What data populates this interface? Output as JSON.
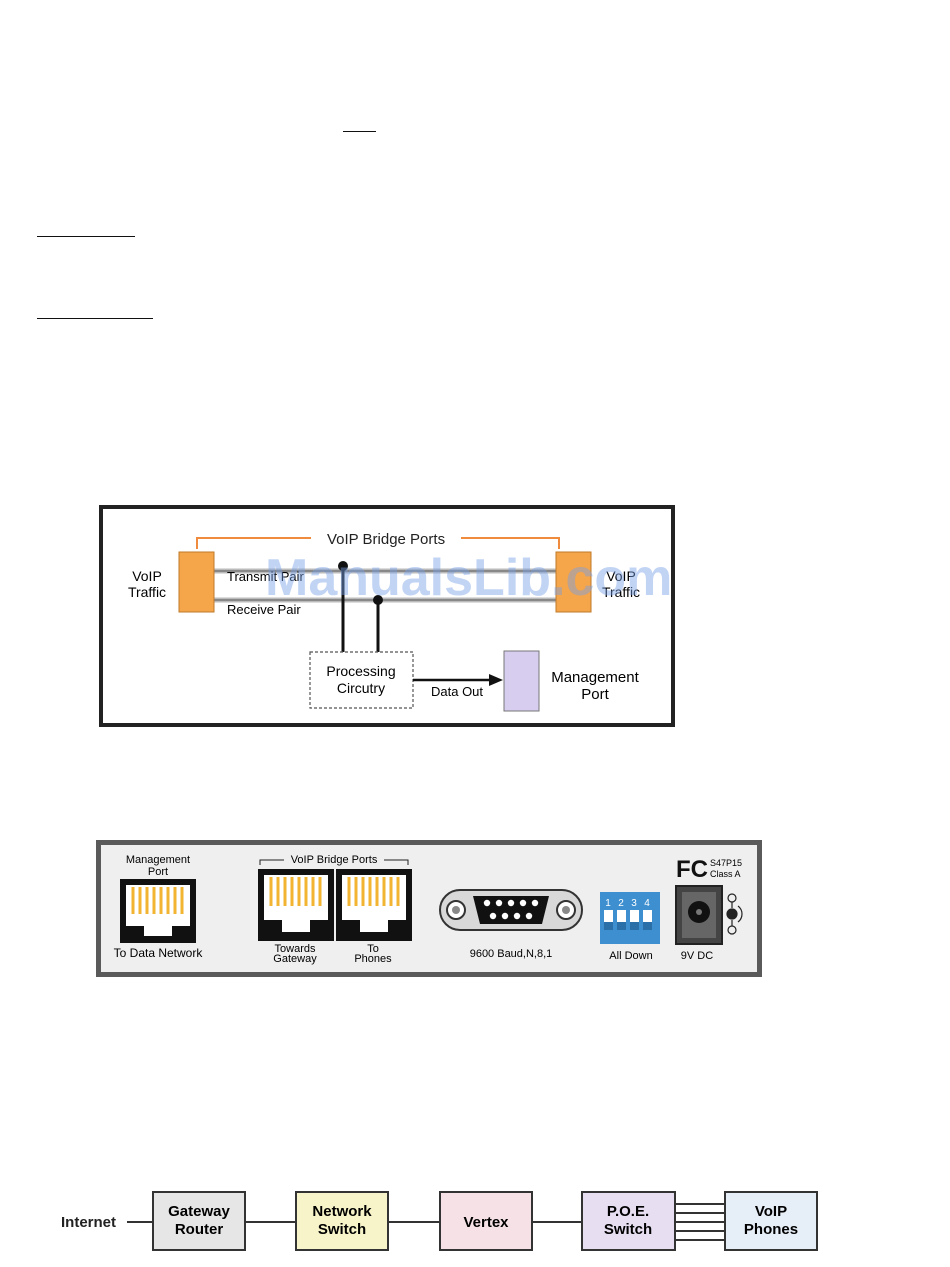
{
  "watermark": "ManualsLib.com",
  "figure_bridge": {
    "header": "VoIP Bridge Ports",
    "left_traffic_line1": "VoIP",
    "left_traffic_line2": "Traffic",
    "right_traffic_line1": "VoIP",
    "right_traffic_line2": "Traffic",
    "transmit_pair": "Transmit Pair",
    "receive_pair": "Receive Pair",
    "processing_line1": "Processing",
    "processing_line2": "Circutry",
    "data_out": "Data Out",
    "management_line1": "Management",
    "management_line2": "Port",
    "colors": {
      "port": "#f5a54a",
      "management": "#d7cdef",
      "bracket": "#f08a3c"
    }
  },
  "figure_panel": {
    "management_label_line1": "Management",
    "management_label_line2": "Port",
    "to_data_network": "To Data Network",
    "bridge_ports_label": "VoIP Bridge Ports",
    "towards_line1": "Towards",
    "towards_line2": "Gateway",
    "to_line1": "To",
    "to_line2": "Phones",
    "serial_label": "9600 Baud,N,8,1",
    "dip_numbers": [
      "1",
      "2",
      "3",
      "4"
    ],
    "dip_label": "All Down",
    "power_label": "9V DC",
    "fcc_mark": "FC",
    "fcc_id": "S47P15",
    "fcc_class": "Class A",
    "colors": {
      "panel": "#5a5a5a",
      "inner": "#efefef",
      "pins": "#f2b431",
      "dip": "#3d8fd0"
    }
  },
  "figure_network": {
    "internet": "Internet",
    "boxes": [
      {
        "line1": "Gateway",
        "line2": "Router",
        "fill": "#e6e6e6"
      },
      {
        "line1": "Network",
        "line2": "Switch",
        "fill": "#f7f4c9"
      },
      {
        "line1": "Vertex",
        "line2": "",
        "fill": "#f6e2e6"
      },
      {
        "line1": "P.O.E.",
        "line2": "Switch",
        "fill": "#e7def2"
      },
      {
        "line1": "VoIP",
        "line2": "Phones",
        "fill": "#e6eef8"
      }
    ]
  }
}
